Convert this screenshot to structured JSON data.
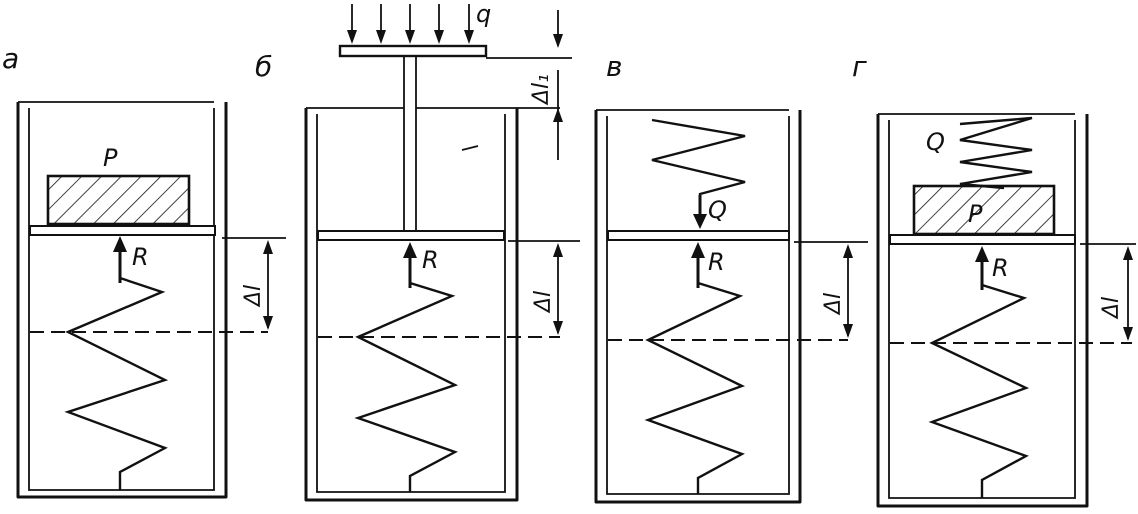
{
  "panels": [
    {
      "letter": "a",
      "load_label": "P",
      "reaction_label": "R",
      "delta_label": "Δl"
    },
    {
      "letter": "б",
      "load_label": "q",
      "reaction_label": "R",
      "delta_label": "Δl",
      "delta1_label": "Δl₁"
    },
    {
      "letter": "в",
      "load_label": "Q",
      "reaction_label": "R",
      "delta_label": "Δl"
    },
    {
      "letter": "г",
      "load_label": "Q",
      "load2_label": "P",
      "reaction_label": "R",
      "delta_label": "Δl"
    }
  ]
}
